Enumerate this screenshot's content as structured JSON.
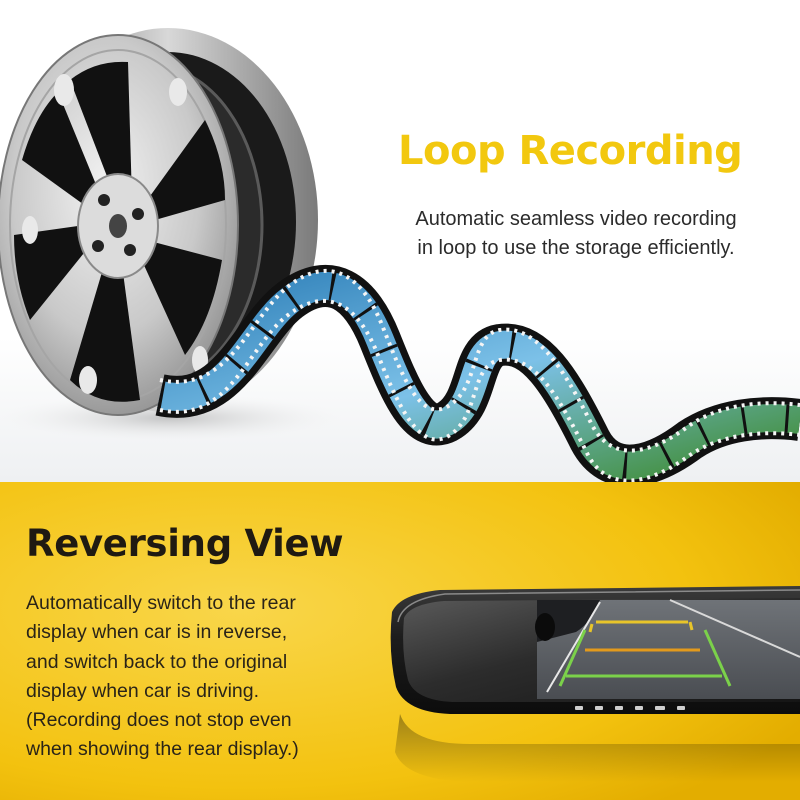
{
  "loop_recording": {
    "title": "Loop Recording",
    "description": "Automatic seamless video recording\n in loop to use the storage efficiently.",
    "title_color": "#f2c80f"
  },
  "reversing_view": {
    "title": "Reversing View",
    "description": "Automatically switch to the rear\ndisplay when car is in reverse,\nand switch back to the original\ndisplay when car is driving.\n(Recording does not stop even\nwhen showing the rear display.)",
    "panel_color": "#f5c518"
  },
  "icons": [
    "film-reel-icon",
    "film-strip-icon",
    "rearview-mirror-icon"
  ]
}
